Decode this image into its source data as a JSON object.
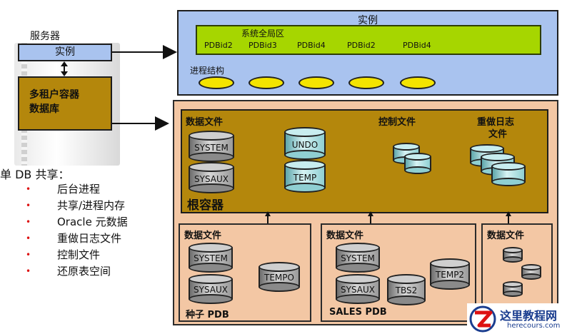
{
  "instance": {
    "title": "实例",
    "sga_label": "系统全局区",
    "pdb_ids": [
      "PDBid2",
      "PDBid3",
      "PDBid4",
      "PDBid2",
      "PDBid4"
    ],
    "process_label": "进程结构",
    "process_count": 5
  },
  "server": {
    "label": "服务器",
    "instance_label": "实例",
    "cdb_label_line1": "多租户容器",
    "cdb_label_line2": "数据库"
  },
  "sharing": {
    "title": "单 DB 共享：",
    "items": [
      "后台进程",
      "共享/进程内存",
      "Oracle 元数据",
      "重做日志文件",
      "控制文件",
      "还原表空间"
    ]
  },
  "root": {
    "datafiles_label": "数据文件",
    "system_label": "SYSTEM",
    "sysaux_label": "SYSAUX",
    "undo_label": "UNDO",
    "temp_label": "TEMP",
    "control_label": "控制文件",
    "redo_label_line1": "重做日志",
    "redo_label_line2": "文件",
    "container_label": "根容器"
  },
  "seed_pdb": {
    "datafiles_label": "数据文件",
    "system_label": "SYSTEM",
    "sysaux_label": "SYSAUX",
    "temp_label": "TEMPO",
    "name": "种子 PDB"
  },
  "sales_pdb": {
    "datafiles_label": "数据文件",
    "system_label": "SYSTEM",
    "sysaux_label": "SYSAUX",
    "tbs_label": "TBS2",
    "temp_label": "TEMP2",
    "name": "SALES PDB"
  },
  "third_pdb": {
    "datafiles_label": "数据文件"
  },
  "watermark": {
    "title": "这里教程网",
    "url": "herecours.com"
  },
  "colors": {
    "instance_bg": "#a9c3ef",
    "sga_bg": "#a6d600",
    "process_fill": "#f4e400",
    "root_bg": "#b4870c",
    "pdb_bg": "#f3c7a4",
    "bullet": "#dd1111",
    "arrow_red": "#e01010"
  }
}
